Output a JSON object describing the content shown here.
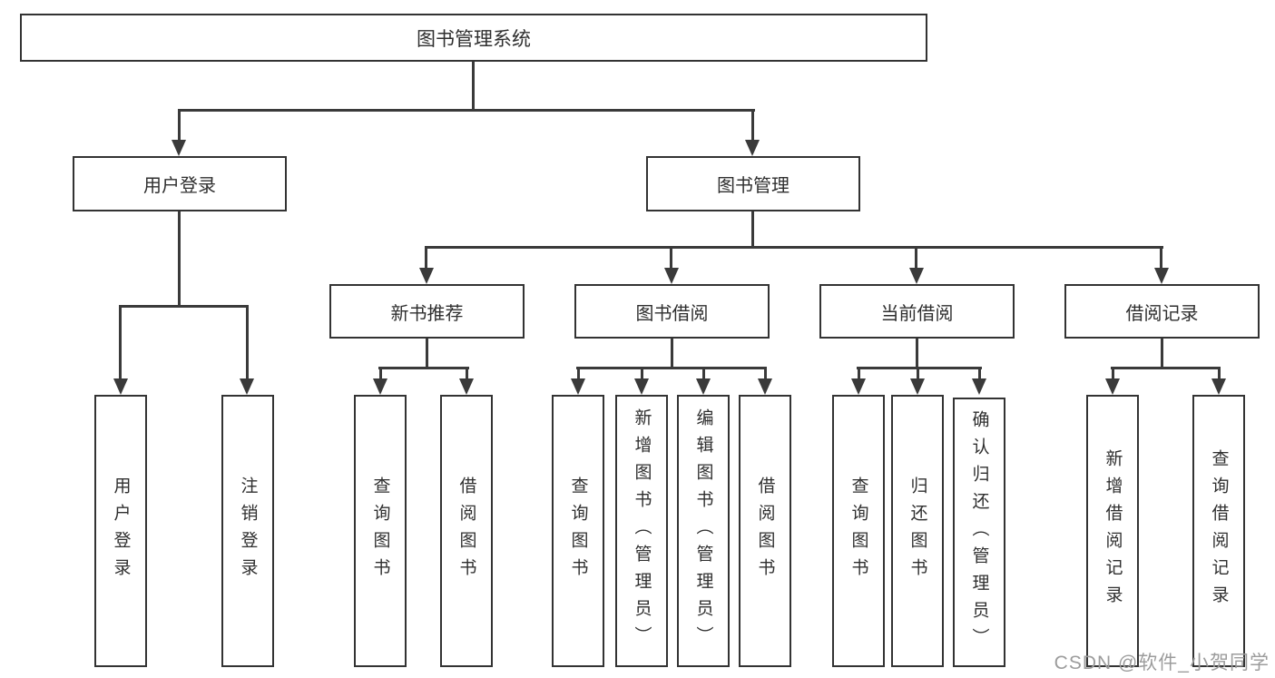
{
  "nodes": {
    "root": "图书管理系统",
    "user_login": "用户登录",
    "book_mgmt": "图书管理",
    "new_book": "新书推荐",
    "book_borrow": "图书借阅",
    "current_borrow": "当前借阅",
    "borrow_record": "借阅记录",
    "leaf_user_login": "用户登录",
    "leaf_logout": "注销登录",
    "leaf_nb_query": "查询图书",
    "leaf_nb_borrow": "借阅图书",
    "leaf_bb_query": "查询图书",
    "leaf_bb_add": "新增图书（管理员）",
    "leaf_bb_edit": "编辑图书（管理员）",
    "leaf_bb_borrow": "借阅图书",
    "leaf_cb_query": "查询图书",
    "leaf_cb_return": "归还图书",
    "leaf_cb_confirm": "确认归还（管理员）",
    "leaf_br_add": "新增借阅记录",
    "leaf_br_query": "查询借阅记录"
  },
  "watermark": "CSDN @软件_小贺同学",
  "colors": {
    "line_color": "#3a3a3a",
    "box_border": "#333333",
    "text_color": "#2f2f2f",
    "watermark_color": "#9c9c9c",
    "background": "#ffffff"
  }
}
